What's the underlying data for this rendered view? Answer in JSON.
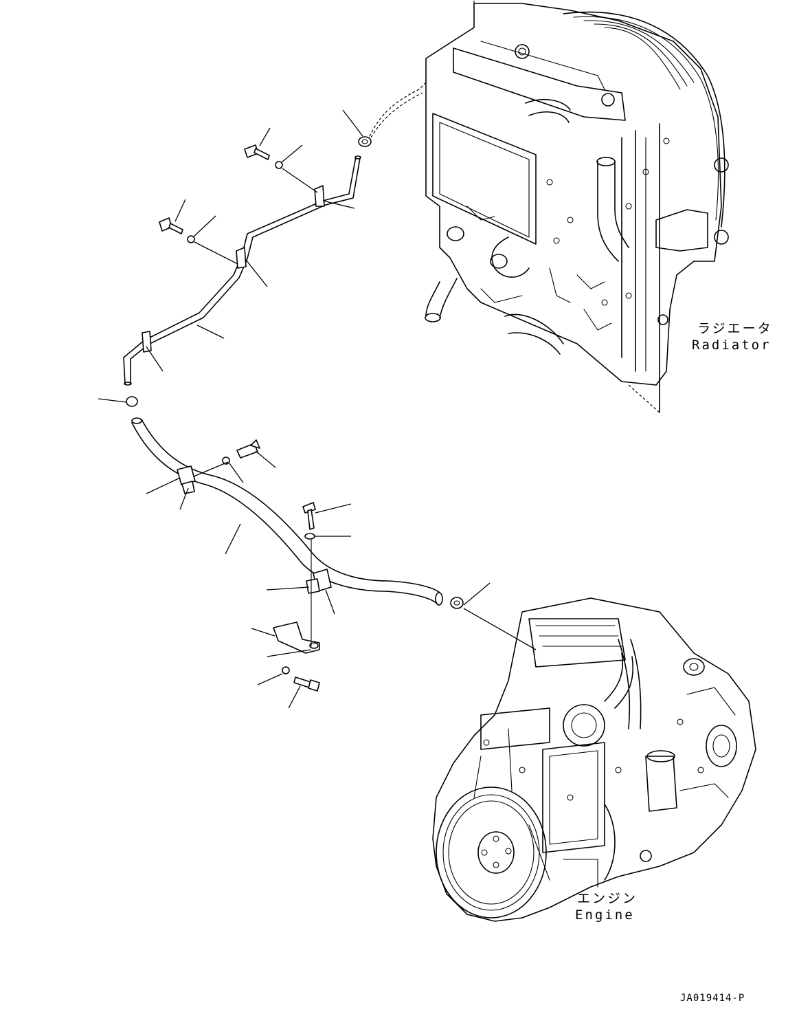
{
  "labels": {
    "radiator_jp": "ラジエータ",
    "radiator_en": "Radiator",
    "engine_jp": "エンジン",
    "engine_en": "Engine"
  },
  "drawing_code": "JA019414-P"
}
